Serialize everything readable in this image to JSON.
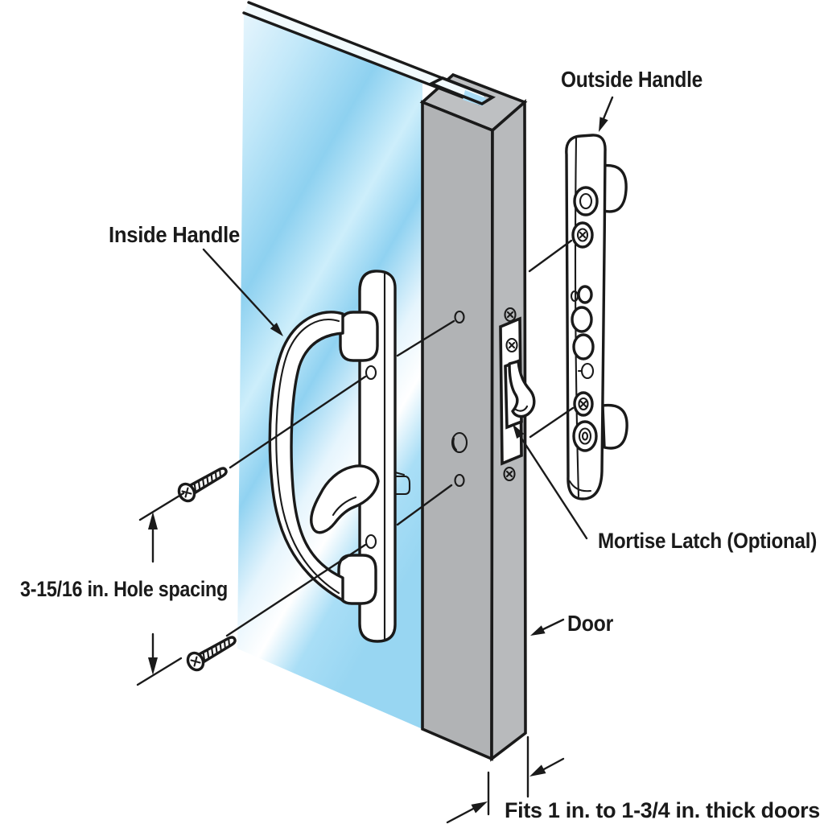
{
  "diagram": {
    "labels": {
      "outside_handle": "Outside Handle",
      "inside_handle": "Inside Handle",
      "mortise_latch": "Mortise Latch (Optional)",
      "door": "Door",
      "hole_spacing": "3-15/16 in. Hole spacing",
      "door_thickness": "Fits 1 in. to 1-3/4 in. thick doors"
    },
    "colors": {
      "line": "#1a1a1a",
      "glass_light": "#e9f6fd",
      "glass_mid": "#8ed1f0",
      "glass_deep": "#98d6f2",
      "glass_slot": "#aadcf5",
      "door_front": "#b1b3b5",
      "door_side": "#b8babc",
      "door_top": "#bec0c2",
      "hardware": "#ffffff"
    }
  }
}
